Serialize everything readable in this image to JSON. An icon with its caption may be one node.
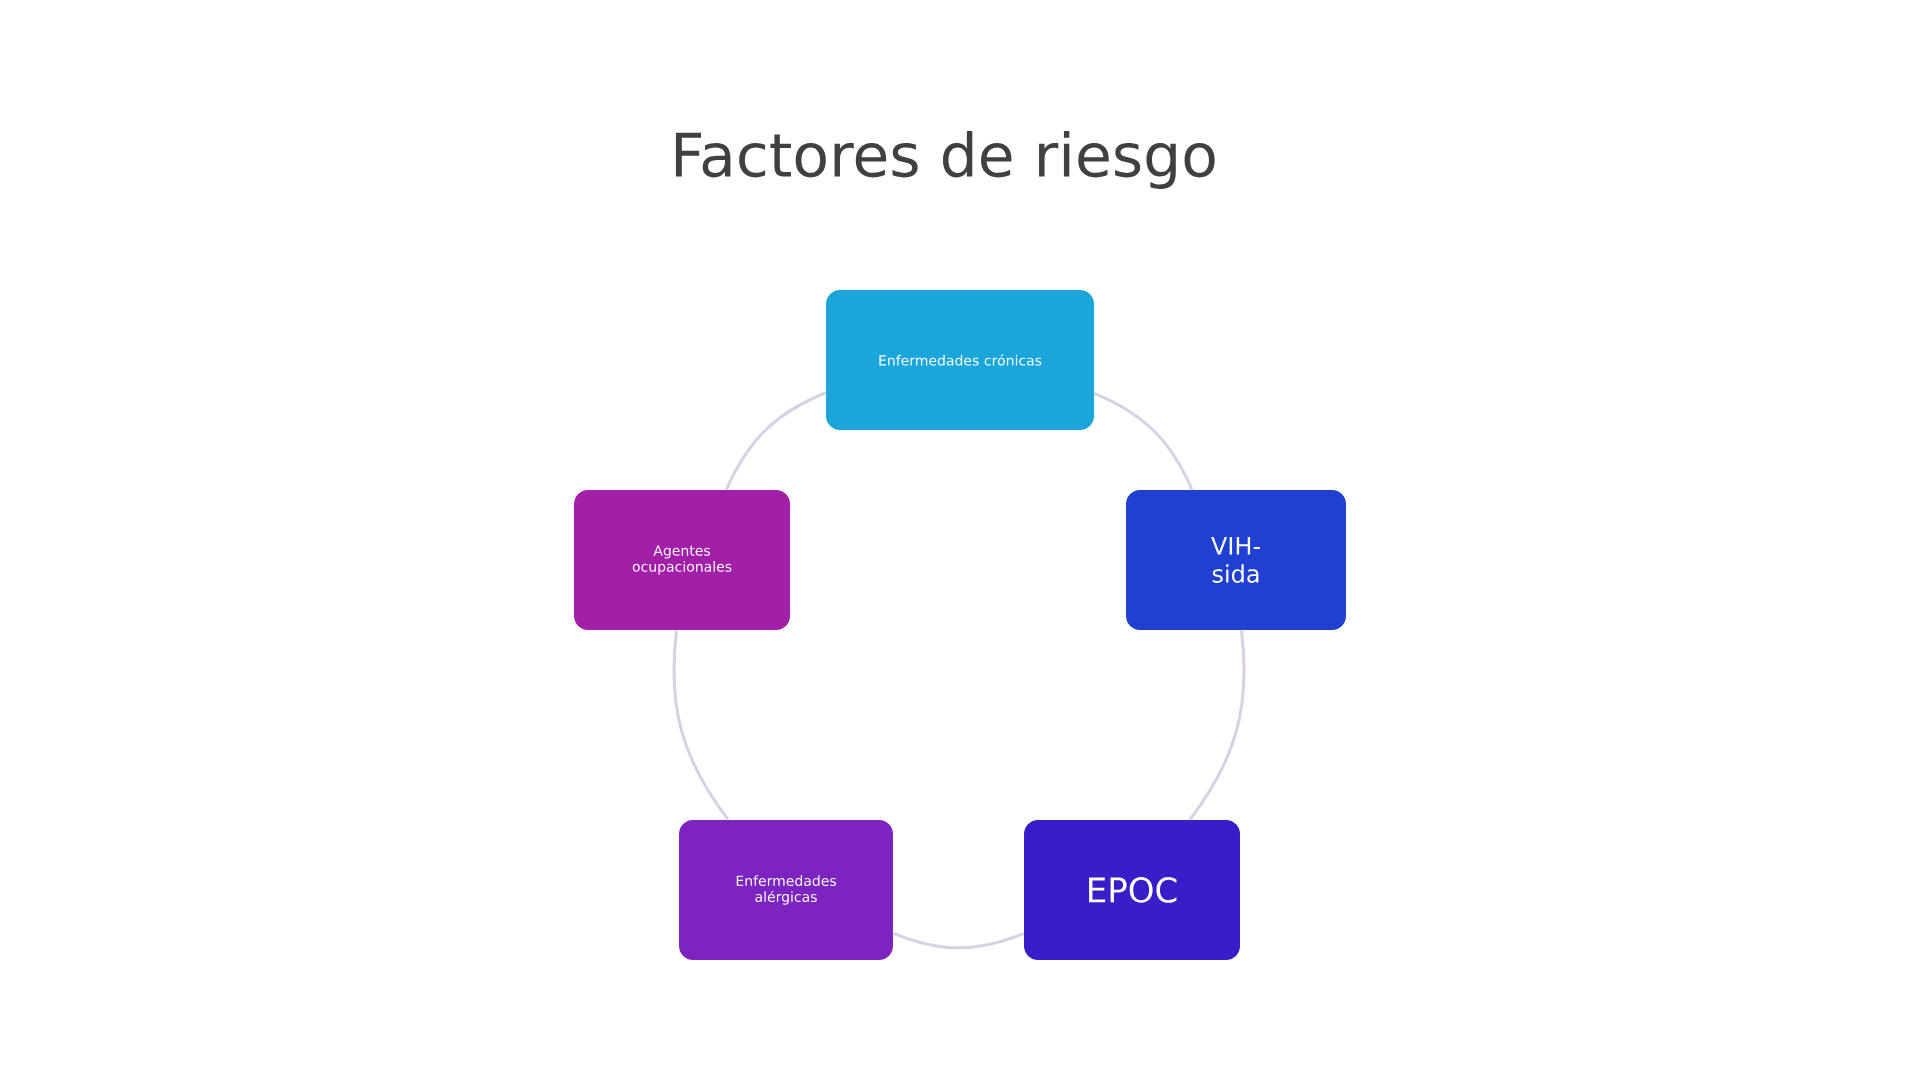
{
  "diagram": {
    "title": "Factores de riesgo",
    "nodes": [
      {
        "text": [
          "Enfermedades crónicas"
        ]
      },
      {
        "text": [
          "VIH-sida"
        ]
      },
      {
        "text": [
          "EPOC"
        ]
      },
      {
        "text": [
          "Enfermedades alérgicas"
        ]
      },
      {
        "text": [
          "Agentes ocupacionales"
        ]
      }
    ],
    "edges": [
      {
        "from": 0,
        "to": 1,
        "arrow": "none"
      },
      {
        "from": 1,
        "to": 2,
        "arrow": "none"
      },
      {
        "from": 2,
        "to": 3,
        "arrow": "none"
      },
      {
        "from": 3,
        "to": 4,
        "arrow": "none"
      },
      {
        "from": 4,
        "to": 0,
        "arrow": "none"
      }
    ]
  }
}
